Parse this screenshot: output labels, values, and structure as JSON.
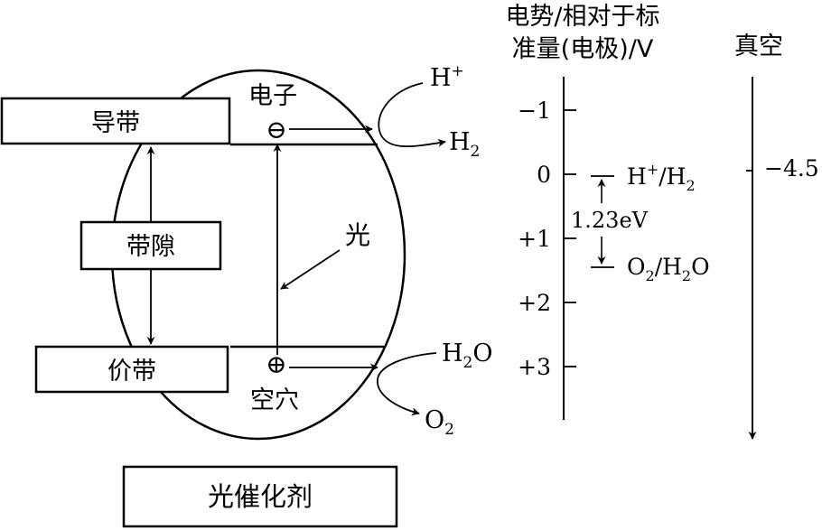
{
  "boxes": {
    "conduction_band": "导带",
    "band_gap": "带隙",
    "valence_band": "价带",
    "photocatalyst": "光催化剂"
  },
  "labels": {
    "electron": "电子",
    "hole": "空穴",
    "light": "光",
    "electron_symbol": "⊖",
    "hole_symbol": "⊕"
  },
  "species": {
    "h_plus": {
      "base": "H",
      "sup": "+"
    },
    "h2": {
      "base": "H",
      "sub": "2"
    },
    "h2o": {
      "a": "H",
      "sub": "2",
      "b": "O"
    },
    "o2": {
      "base": "O",
      "sub": "2"
    }
  },
  "scale": {
    "title_line1": "电势/相对于标",
    "title_line2": "准量(电极)/V",
    "ticks": [
      "−1",
      "0",
      "+1",
      "+2",
      "+3"
    ],
    "tick_values": [
      -1,
      0,
      1,
      2,
      3
    ],
    "couple_h": {
      "a": "H",
      "sup": "+",
      "b": "/H",
      "sub": "2"
    },
    "couple_o": {
      "a": "O",
      "sub1": "2",
      "b": "/H",
      "sub2": "2",
      "c": "O"
    },
    "gap_label": "1.23eV",
    "couple_h_value": 0,
    "couple_o_value": 1.23
  },
  "vacuum": {
    "title": "真空",
    "value_label": "−4.5",
    "value": 0
  }
}
